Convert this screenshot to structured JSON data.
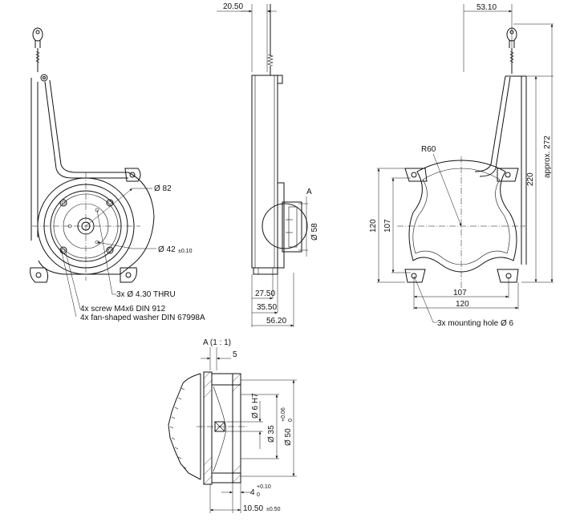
{
  "front_view": {
    "diameter_82": "Ø 82",
    "diameter_42": "Ø 42",
    "diameter_42_tol": "±0.10",
    "holes_label": "3x Ø 4.30 THRU",
    "screw_label": "4x screw M4x6 DIN 912",
    "washer_label": "4x fan-shaped washer DIN 67998A"
  },
  "side_view": {
    "dim_top": "20.50",
    "dim_27": "27.50",
    "dim_35": "35.50",
    "dim_56": "56.20",
    "diameter_58": "Ø 58",
    "detail_marker": "A"
  },
  "rear_view": {
    "dim_top": "53.10",
    "radius": "R60",
    "dim_120_v": "120",
    "dim_107_v": "107",
    "dim_220": "220",
    "dim_272": "approx.  272",
    "dim_107_h": "107",
    "dim_120_h": "120",
    "mount_label": "3x mounting hole Ø 6"
  },
  "detail": {
    "title": "A (1 : 1)",
    "dim_5": "5",
    "d6": "Ø 6 H7",
    "d35": "Ø 35",
    "d50": "Ø 50",
    "d50_tol_upper": "+0.06",
    "d50_tol_lower": "0",
    "dim_4": "4",
    "dim_4_tol_upper": "+0.10",
    "dim_4_tol_lower": "0",
    "dim_10": "10.50",
    "dim_10_tol": "±0.50"
  }
}
